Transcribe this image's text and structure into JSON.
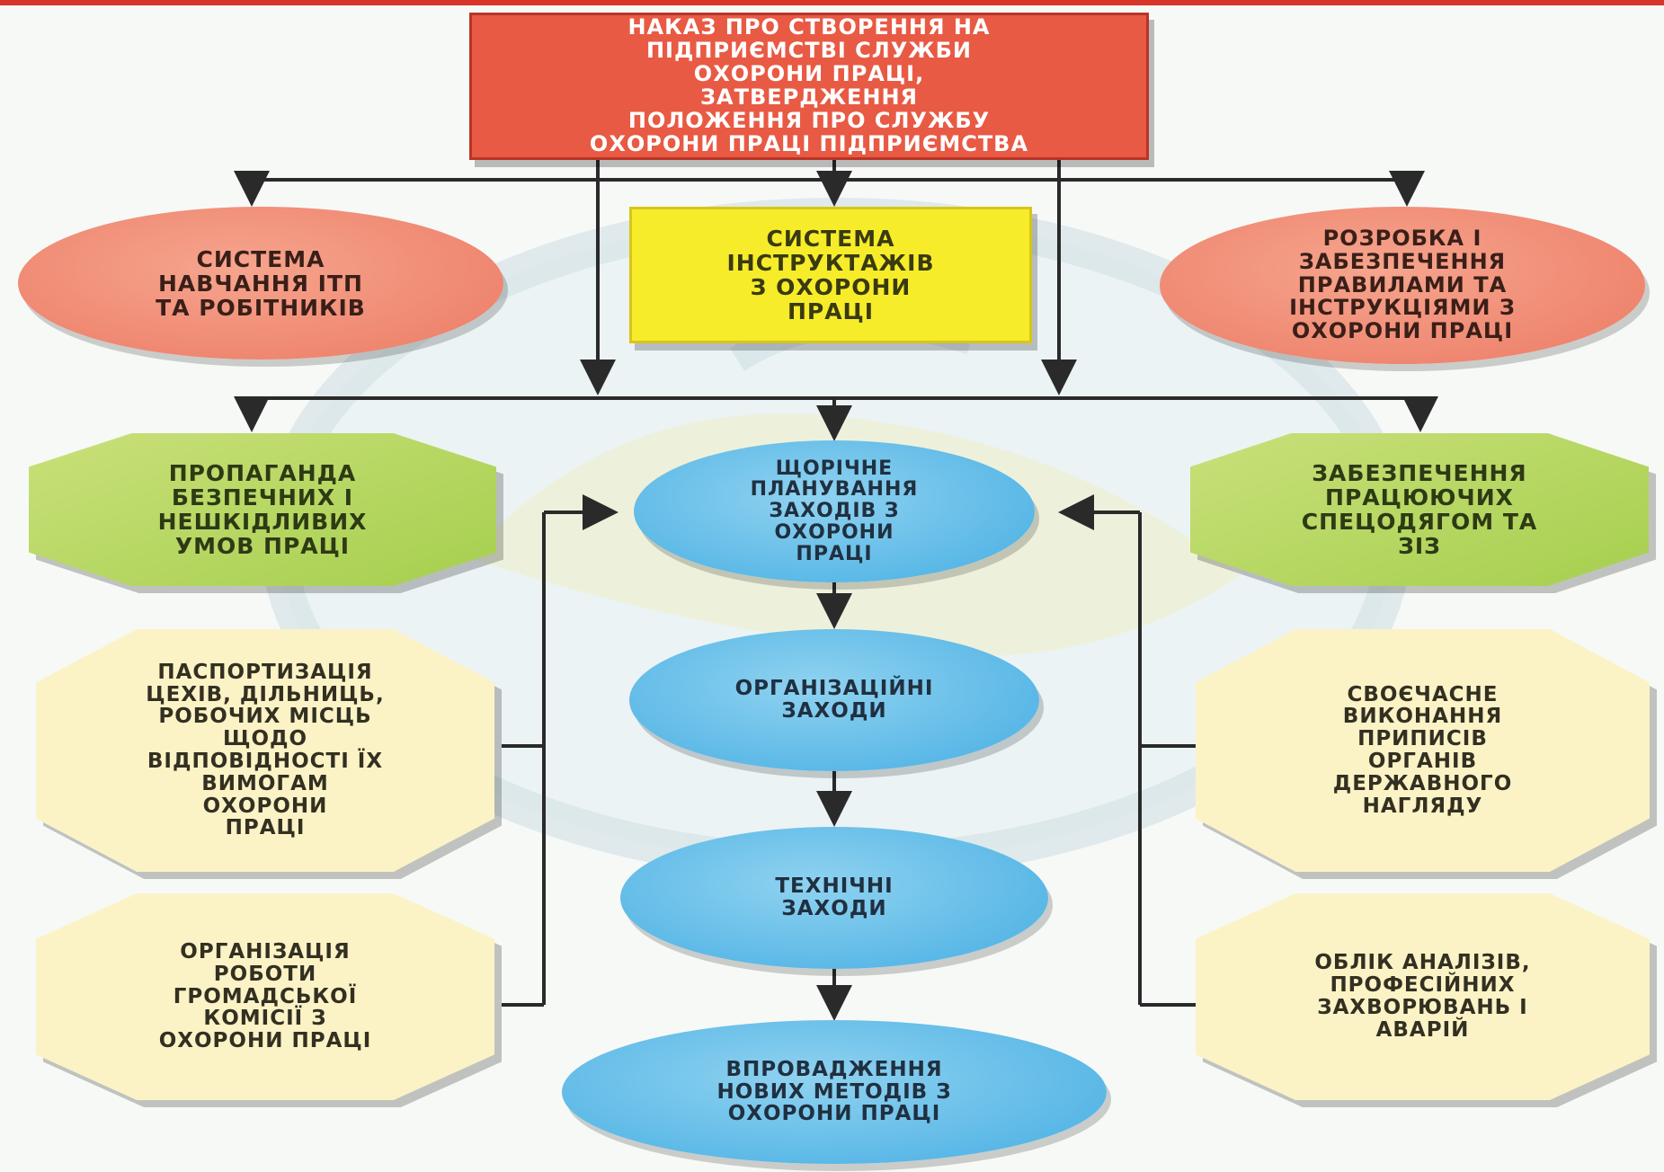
{
  "diagram": {
    "top": "НАКАЗ ПРО СТВОРЕННЯ НА\nПІДПРИЄМСТВІ СЛУЖБИ\nОХОРОНИ ПРАЦІ,\nЗАТВЕРДЖЕННЯ\nПОЛОЖЕННЯ ПРО СЛУЖБУ\nОХОРОНИ ПРАЦІ ПІДПРИЄМСТВА",
    "training": "СИСТЕМА\nНАВЧАННЯ ІТП\nТА РОБІТНИКІВ",
    "briefings": "СИСТЕМА\nІНСТРУКТАЖІВ\nЗ ОХОРОНИ\nПРАЦІ",
    "rules": "РОЗРОБКА І\nЗАБЕЗПЕЧЕННЯ\nПРАВИЛАМИ ТА\nІНСТРУКЦІЯМИ З\nОХОРОНИ ПРАЦІ",
    "propaganda": "ПРОПАГАНДА\nБЕЗПЕЧНИХ І\nНЕШКІДЛИВИХ\nУМОВ ПРАЦІ",
    "planning": "ЩОРІЧНЕ\nПЛАНУВАННЯ\nЗАХОДІВ З\nОХОРОНИ\nПРАЦІ",
    "ppe": "ЗАБЕЗПЕЧЕННЯ\nПРАЦЮЮЧИХ\nСПЕЦОДЯГОМ ТА\nЗІЗ",
    "organizational": "ОРГАНІЗАЦІЙНІ\nЗАХОДИ",
    "technical": "ТЕХНІЧНІ\nЗАХОДИ",
    "new_methods": "ВПРОВАДЖЕННЯ\nНОВИХ МЕТОДІВ З\nОХОРОНИ ПРАЦІ",
    "certification": "ПАСПОРТИЗАЦІЯ\nЦЕХІВ, ДІЛЬНИЦЬ,\nРОБОЧИХ МІСЦЬ\nЩОДО\nВІДПОВІДНОСТІ ЇХ\nВИМОГАМ\nОХОРОНИ\nПРАЦІ",
    "commission": "ОРГАНІЗАЦІЯ\nРОБОТИ\nГРОМАДСЬКОЇ\nКОМІСІЇ З\nОХОРОНИ ПРАЦІ",
    "supervision": "СВОЄЧАСНЕ\nВИКОНАННЯ\nПРИПИСІВ\nОРГАНІВ\nДЕРЖАВНОГО\nНАГЛЯДУ",
    "accounting": "ОБЛІК АНАЛІЗІВ,\nПРОФЕСІЙНИХ\nЗАХВОРЮВАНЬ І\nАВАРІЙ"
  },
  "colors": {
    "top": "#e85a44",
    "yellow": "#f6ec2a",
    "salmon": "#ec7a64",
    "green": "#a6cf4e",
    "blue": "#46aee3",
    "cream": "#fbf3c6",
    "arrow": "#2a2a2a"
  }
}
